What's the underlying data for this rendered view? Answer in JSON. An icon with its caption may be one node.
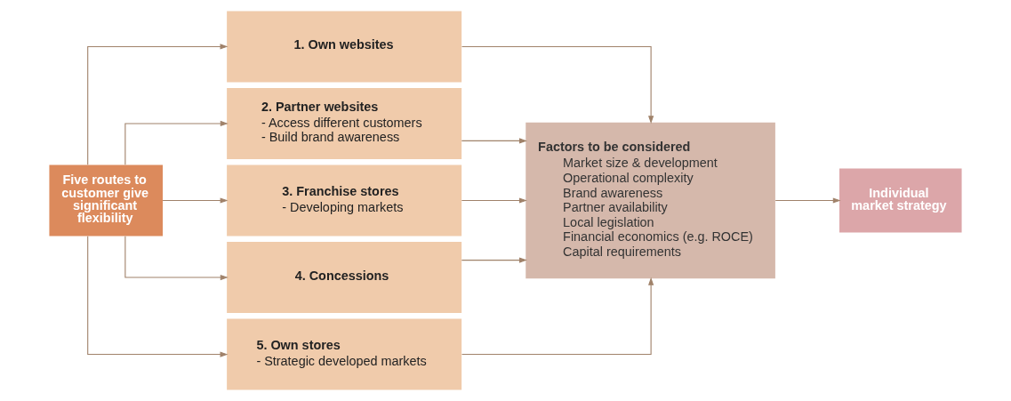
{
  "diagram": {
    "nodes": [
      {
        "text": [
          "Five routes to customer give significant flexibility"
        ]
      },
      {
        "text": [
          "1. Own websites"
        ]
      },
      {
        "text": [
          "2. Partner websites",
          "- Access different customers",
          "- Build brand awareness"
        ]
      },
      {
        "text": [
          "3. Franchise stores",
          "- Developing markets"
        ]
      },
      {
        "text": [
          "4. Concessions"
        ]
      },
      {
        "text": [
          "5. Own stores",
          "- Strategic developed markets"
        ]
      },
      {
        "text": [
          "Factors to be considered",
          "Market size & development",
          "Operational complexity",
          "Brand awareness",
          "Partner availability",
          "Local legislation",
          "Financial economics (e.g. ROCE)",
          "Capital requirements"
        ]
      },
      {
        "text": [
          "Individual market strategy"
        ]
      }
    ],
    "edges": [
      {
        "from": 0,
        "to": 1,
        "arrow": "to"
      },
      {
        "from": 0,
        "to": 2,
        "arrow": "to"
      },
      {
        "from": 0,
        "to": 3,
        "arrow": "to"
      },
      {
        "from": 0,
        "to": 4,
        "arrow": "to"
      },
      {
        "from": 0,
        "to": 5,
        "arrow": "to"
      },
      {
        "from": 1,
        "to": 6,
        "arrow": "to"
      },
      {
        "from": 2,
        "to": 6,
        "arrow": "to"
      },
      {
        "from": 3,
        "to": 6,
        "arrow": "to"
      },
      {
        "from": 4,
        "to": 6,
        "arrow": "to"
      },
      {
        "from": 5,
        "to": 6,
        "arrow": "to"
      },
      {
        "from": 6,
        "to": 7,
        "arrow": "to"
      }
    ]
  }
}
